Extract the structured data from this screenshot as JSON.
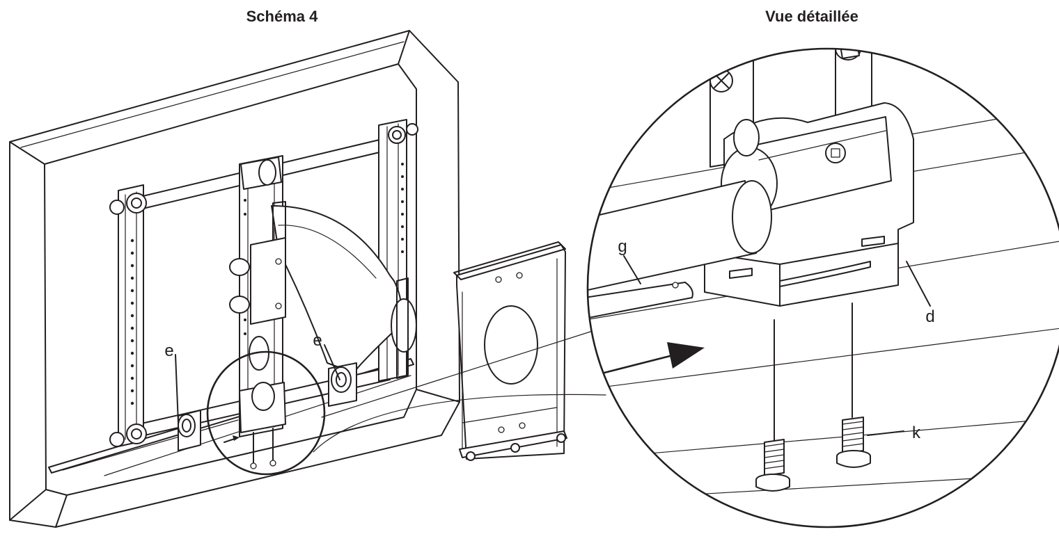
{
  "titles": {
    "main": "Schéma 4",
    "detail": "Vue détaillée"
  },
  "callouts": {
    "e_left": "e",
    "e_right": "e",
    "g": "g",
    "d": "d",
    "k": "k"
  },
  "colors": {
    "ink": "#231f20",
    "paper": "#ffffff"
  }
}
